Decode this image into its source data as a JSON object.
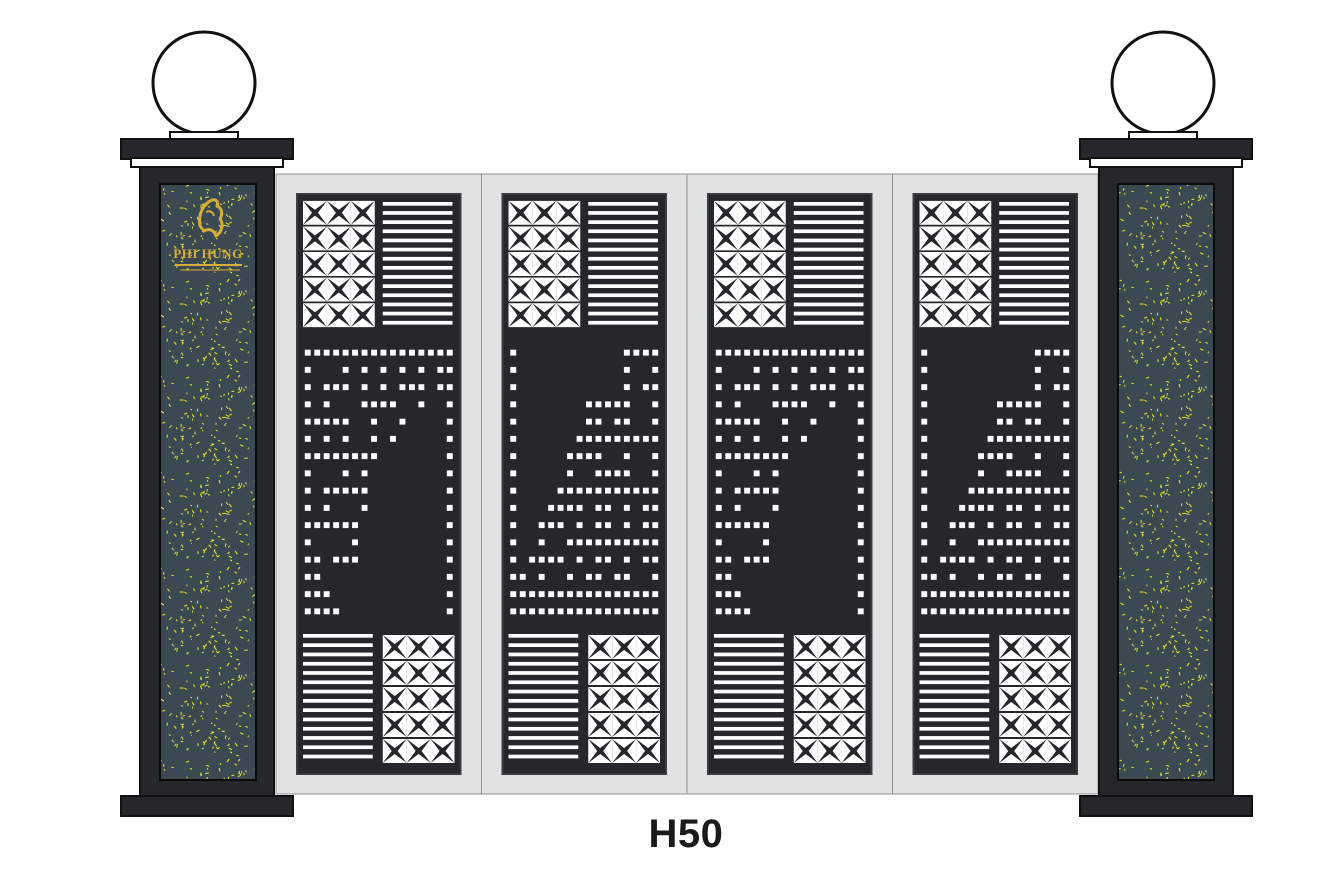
{
  "drawing": {
    "model_code": "H50",
    "panel_count": 4,
    "pillar_count": 2,
    "colors": {
      "metal": "#25272a",
      "frame": "#dfe3e2",
      "panel_border": "#3a3c3f",
      "stone_base": "#3b4a52",
      "stone_fleck": "#e6dd2a",
      "outline": "#111111",
      "logo_gold": "#d9ad3a"
    }
  },
  "logo": {
    "brand": "PHI HUNG",
    "icon": "horse-head-icon"
  }
}
